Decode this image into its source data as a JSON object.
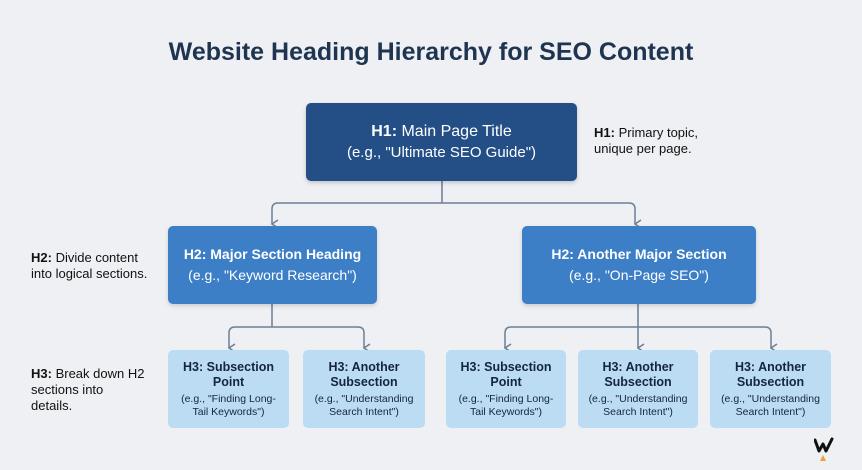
{
  "title": "Website Heading Hierarchy for SEO Content",
  "h1": {
    "prefix": "H1:",
    "label": "Main Page Title",
    "example": "(e.g., \"Ultimate SEO Guide\")",
    "note_prefix": "H1:",
    "note_line1": "Primary topic,",
    "note_line2": "unique per page."
  },
  "h2": {
    "note_prefix": "H2:",
    "note_line1": "Divide content",
    "note_line2": "into logical sections.",
    "boxes": [
      {
        "label": "H2: Major Section Heading",
        "example": "(e.g., \"Keyword Research\")"
      },
      {
        "label": "H2: Another Major Section",
        "example": "(e.g., \"On-Page SEO\")"
      }
    ]
  },
  "h3": {
    "note_prefix": "H3:",
    "note_line1": "Break down H2",
    "note_line2": "sections into",
    "note_line3": "details.",
    "boxes": [
      {
        "line1": "H3: Subsection",
        "line2": "Point",
        "ex1": "(e.g., \"Finding Long-",
        "ex2": "Tail Keywords\")"
      },
      {
        "line1": "H3: Another",
        "line2": "Subsection",
        "ex1": "(e.g., \"Understanding",
        "ex2": "Search Intent\")"
      },
      {
        "line1": "H3: Subsection",
        "line2": "Point",
        "ex1": "(e.g., \"Finding Long-",
        "ex2": "Tail Keywords\")"
      },
      {
        "line1": "H3: Another",
        "line2": "Subsection",
        "ex1": "(e.g., \"Understanding",
        "ex2": "Search Intent\")"
      },
      {
        "line1": "H3: Another",
        "line2": "Subsection",
        "ex1": "(e.g., \"Understanding",
        "ex2": "Search Intent\")"
      }
    ]
  },
  "colors": {
    "h1_fill": "#234f86",
    "h2_fill": "#3d7fc7",
    "h3_fill": "#bcdcf4",
    "connector": "#6b7f95",
    "title": "#1f3450"
  },
  "logo_icon": "w-brand-logo-icon"
}
